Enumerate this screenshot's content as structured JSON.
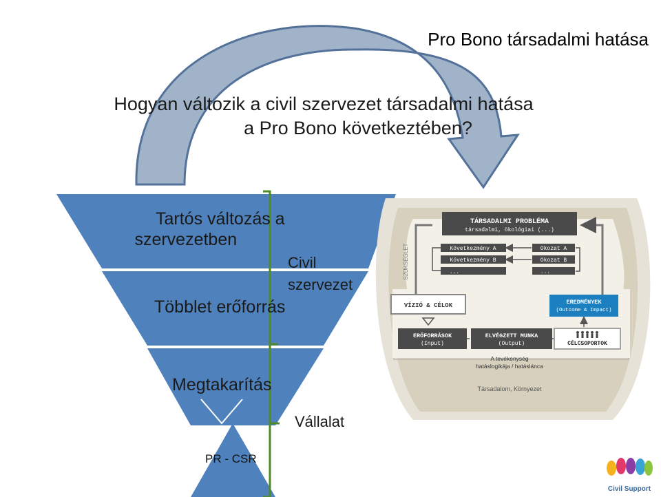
{
  "slide": {
    "title": "Pro Bono társadalmi hatása",
    "question_line1": "Hogyan változik a civil szervezet társadalmi hatása",
    "question_line2": "a Pro Bono következtében?"
  },
  "funnel": {
    "top_label_line1": "Tartós változás a",
    "top_label_line2": "szervezetben",
    "mid_label": "Többlet erőforrás",
    "lower_label": "Megtakarítás",
    "bottom_label": "PR - CSR",
    "bracket_upper_line1": "Civil",
    "bracket_upper_line2": "szervezet",
    "bracket_lower": "Vállalat"
  },
  "impact_model": {
    "problem_title": "TÁRSADALMI PROBLÉMA",
    "problem_sub": "társadalmi, ökológiai (...)",
    "need_label": "SZÜKSÉGLET",
    "consequence_a": "Következmény A",
    "consequence_b": "Következmény B",
    "consequence_more": "...",
    "cause_a": "Okozat A",
    "cause_b": "Okozat B",
    "cause_more": "...",
    "vision": "VÍZIÓ & CÉLOK",
    "results_title": "EREDMÉNYEK",
    "results_sub": "(Outcome & Impact)",
    "resources_title": "ERŐFORRÁSOK",
    "resources_sub": "(Input)",
    "work_title": "ELVÉGZETT MUNKA",
    "work_sub": "(Output)",
    "target_groups": "CÉLCSOPORTOK",
    "logic_line1": "A tevékenység",
    "logic_line2": "hatáslogikája / hatásláncа",
    "context": "Társadalom, Környezet"
  },
  "logo": {
    "text": "Civil Support"
  },
  "colors": {
    "funnel_blue": "#4f81bd",
    "arrow_fill": "#9bafc7",
    "arrow_stroke": "#4a6a94",
    "bracket_green": "#4e8a25",
    "dark_box": "#4a4a4a",
    "accent_blue": "#1c7fc0"
  }
}
